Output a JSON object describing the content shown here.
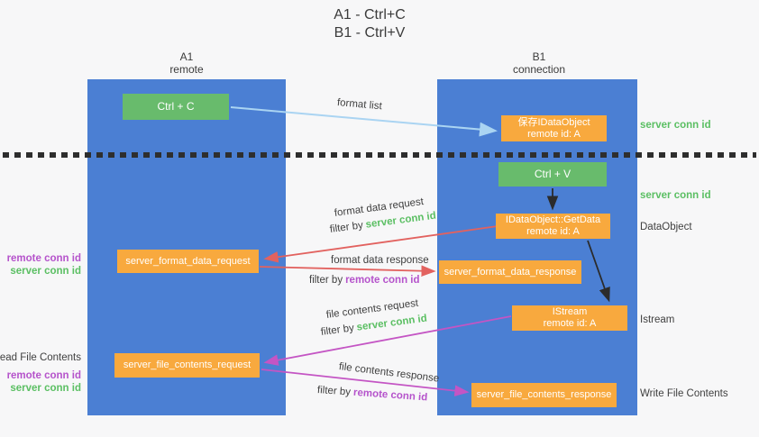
{
  "title": {
    "line1": "A1 - Ctrl+C",
    "line2": "B1 - Ctrl+V"
  },
  "columns": {
    "left": {
      "name": "A1",
      "subtitle": "remote"
    },
    "right": {
      "name": "B1",
      "subtitle": "connection"
    }
  },
  "nodes": {
    "ctrl_c": {
      "label": "Ctrl + C"
    },
    "ctrl_v": {
      "label": "Ctrl + V"
    },
    "save_dataobject": {
      "line1": "保存IDataObject",
      "line2": "remote id: A"
    },
    "getdata": {
      "line1": "IDataObject::GetData",
      "line2": "remote id: A"
    },
    "istream": {
      "line1": "IStream",
      "line2": "remote id: A"
    },
    "server_format_data_request": {
      "label": "server_format_data_request"
    },
    "server_format_data_response": {
      "label": "server_format_data_response"
    },
    "server_file_contents_request": {
      "label": "server_file_contents_request"
    },
    "server_file_contents_response": {
      "label": "server_file_contents_response"
    }
  },
  "edge_labels": {
    "format_list": "format list",
    "format_data_request": "format data request",
    "format_data_response": "format data response",
    "file_contents_request": "file contents request",
    "file_contents_response": "file contents response",
    "filter_by": "filter by",
    "server_conn_id": "server conn id",
    "remote_conn_id": "remote conn id"
  },
  "side_labels": {
    "right": {
      "server_conn_id_1": "server conn id",
      "server_conn_id_2": "server conn id",
      "dataobject": "DataObject",
      "istream": "Istream",
      "write_file_contents": "Write File Contents"
    },
    "left": {
      "remote_conn_id_1": "remote conn id",
      "server_conn_id_1": "server conn id",
      "read_file_contents": "Read File Contents",
      "remote_conn_id_2": "remote conn id",
      "server_conn_id_2": "server conn id"
    }
  },
  "colors": {
    "lifeline_blue": "#4b7fd3",
    "box_green": "#68bb6c",
    "box_orange": "#f8a93e",
    "arrow_lightblue": "#aad4f2",
    "arrow_red": "#e2625f",
    "arrow_magenta": "#c455c4",
    "arrow_black": "#2b2b2b",
    "text_green": "#5bbf63",
    "text_purple": "#b553cb",
    "text_dark": "#3f3f3f",
    "background": "#f7f7f8"
  }
}
